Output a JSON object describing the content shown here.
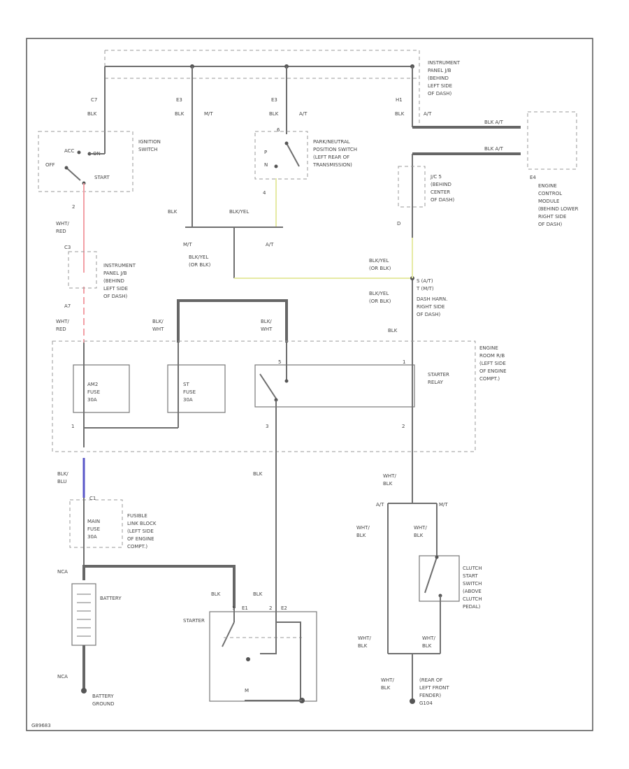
{
  "colors": {
    "red_wire": "#f2a0a6",
    "yellow_wire": "#e6eaa4",
    "blue_wire": "#5a57c8",
    "line": "#6f6f6f"
  },
  "labels": {
    "c7": "C7",
    "e3a": "E3",
    "e3b": "E3",
    "h1": "H1",
    "blk1": "BLK",
    "blk2": "BLK",
    "blk3": "BLK",
    "blk4": "BLK",
    "mt1": "M/T",
    "at1": "A/T",
    "at2": "A/T",
    "ip_jb_top": [
      "INSTRUMENT",
      "PANEL J/B",
      "(BEHIND",
      "LEFT SIDE",
      "OF DASH)"
    ],
    "ign_switch": [
      "IGNITION",
      "SWITCH"
    ],
    "acc": "ACC",
    "on": "ON",
    "off": "OFF",
    "start": "START",
    "pn_switch": [
      "PARK/NEUTRAL",
      "POSITION SWITCH",
      "(LEFT REAR OF",
      "TRANSMISSION)"
    ],
    "pn_p": "P",
    "pn_n": "N",
    "pn_6": "6",
    "pn_4": "4",
    "ecm_wire1": "BLK A/T",
    "ecm_wire2": "BLK A/T",
    "ecm_e4": "E4",
    "ecm": [
      "ENGINE",
      "CONTROL",
      "MODULE",
      "(BEHIND LOWER",
      "RIGHT SIDE",
      "OF DASH)"
    ],
    "j_c5": [
      "J/C 5",
      "(BEHIND",
      "CENTER",
      "OF DASH)"
    ],
    "pin_d": "D",
    "pin_s": "S",
    "blk5": "BLK",
    "blkyel1": "BLK/YEL",
    "mt2": "M/T",
    "at3": "A/T",
    "blkyel2": [
      "BLK/YEL",
      "(OR BLK)"
    ],
    "blkyel3": [
      "BLK/YEL",
      "(OR BLK)"
    ],
    "blkyel4": [
      "BLK/YEL",
      "(OR BLK)"
    ],
    "s_at": "S (A/T)",
    "t_mt": "T (M/T)",
    "dash_harn": [
      "DASH HARN.",
      "RIGHT SIDE",
      "OF DASH)"
    ],
    "pin_2": "2",
    "c3": "C3",
    "wht_red1": [
      "WHT/",
      "RED"
    ],
    "wht_red2": [
      "WHT/",
      "RED"
    ],
    "ip_jb_left": [
      "INSTRUMENT",
      "PANEL J/B",
      "(BEHIND",
      "LEFT SIDE",
      "OF DASH)"
    ],
    "a7": "A7",
    "blk_wht1": [
      "BLK/",
      "WHT"
    ],
    "blk_wht2": [
      "BLK/",
      "WHT"
    ],
    "blk6": "BLK",
    "eng_relay_box": [
      "ENGINE",
      "ROOM R/B",
      "(LEFT SIDE",
      "OF ENGINE",
      "COMPT.)"
    ],
    "am2_fuse": [
      "AM2",
      "FUSE",
      "30A"
    ],
    "st_fuse": [
      "ST",
      "FUSE",
      "30A"
    ],
    "starter_relay": [
      "STARTER",
      "RELAY"
    ],
    "r_pin1": "1",
    "r_pin3": "3",
    "r_pin5": "5",
    "r_pin2": "2",
    "r_pin1b": "1",
    "blk_blu": [
      "BLK/",
      "BLU"
    ],
    "blk7": "BLK",
    "wht_blk1": [
      "WHT/",
      "BLK"
    ],
    "at4": "A/T",
    "mt3": "M/T",
    "wht_blk2": [
      "WHT/",
      "BLK"
    ],
    "wht_blk3": [
      "WHT/",
      "BLK"
    ],
    "fl_c1": "C1",
    "fusible_link": [
      "FUSIBLE",
      "LINK BLOCK",
      "(LEFT SIDE",
      "OF ENGINE",
      "COMPT.)"
    ],
    "main_fuse": [
      "MAIN",
      "FUSE",
      "30A"
    ],
    "clutch_switch": [
      "CLUTCH",
      "START",
      "SWITCH",
      "(ABOVE",
      "CLUTCH",
      "PEDAL)"
    ],
    "nca1": "NCA",
    "battery": "BATTERY",
    "blk8": "BLK",
    "blk9": "BLK",
    "e1": "E1",
    "e2": "E2",
    "st_1": "1",
    "st_2": "2",
    "starter": "STARTER",
    "m_label": "M",
    "wht_blk4": [
      "WHT/",
      "BLK"
    ],
    "wht_blk5": [
      "WHT/",
      "BLK"
    ],
    "wht_blk6": [
      "WHT/",
      "BLK"
    ],
    "nca2": "NCA",
    "battery_ground": [
      "BATTERY",
      "GROUND"
    ],
    "ground_rear": [
      "(REAR OF",
      "LEFT FRONT",
      "FENDER)"
    ],
    "ground_id": "G104",
    "figure_id": "G89683"
  }
}
